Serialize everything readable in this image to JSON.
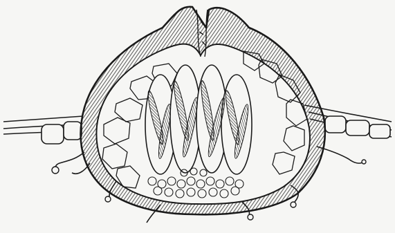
{
  "figure": {
    "kind": "botanical-line-drawing",
    "subject": "perithecium-cross-section",
    "ink_color": "#1a1a1a",
    "paper_color": "#f6f6f4",
    "asci_count": 4,
    "labels": []
  }
}
